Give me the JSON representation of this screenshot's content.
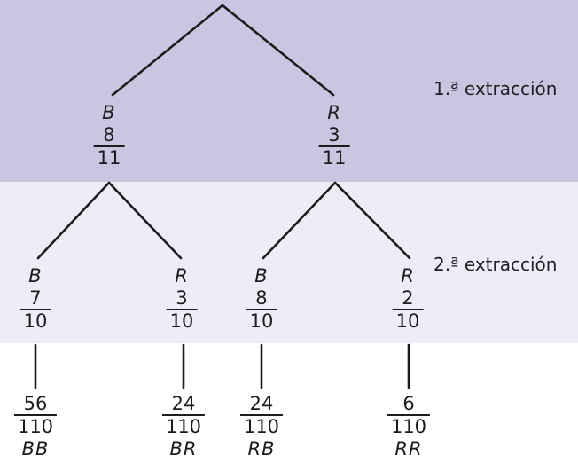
{
  "figure": {
    "stage1_label": "1.ª extracción",
    "stage2_label": "2.ª extracción"
  },
  "colors": {
    "band_stage1": "#cac6e1",
    "band_stage2": "#edecf7",
    "background": "#ffffff",
    "line": "#1c1c1e"
  },
  "tree": {
    "level1": [
      {
        "outcome": "B",
        "num": "8",
        "den": "11"
      },
      {
        "outcome": "R",
        "num": "3",
        "den": "11"
      }
    ],
    "level2": [
      {
        "outcome": "B",
        "num": "7",
        "den": "10"
      },
      {
        "outcome": "R",
        "num": "3",
        "den": "10"
      },
      {
        "outcome": "B",
        "num": "8",
        "den": "10"
      },
      {
        "outcome": "R",
        "num": "2",
        "den": "10"
      }
    ],
    "leaves": [
      {
        "num": "56",
        "den": "110",
        "outcome": "BB"
      },
      {
        "num": "24",
        "den": "110",
        "outcome": "BR"
      },
      {
        "num": "24",
        "den": "110",
        "outcome": "RB"
      },
      {
        "num": "6",
        "den": "110",
        "outcome": "RR"
      }
    ]
  }
}
